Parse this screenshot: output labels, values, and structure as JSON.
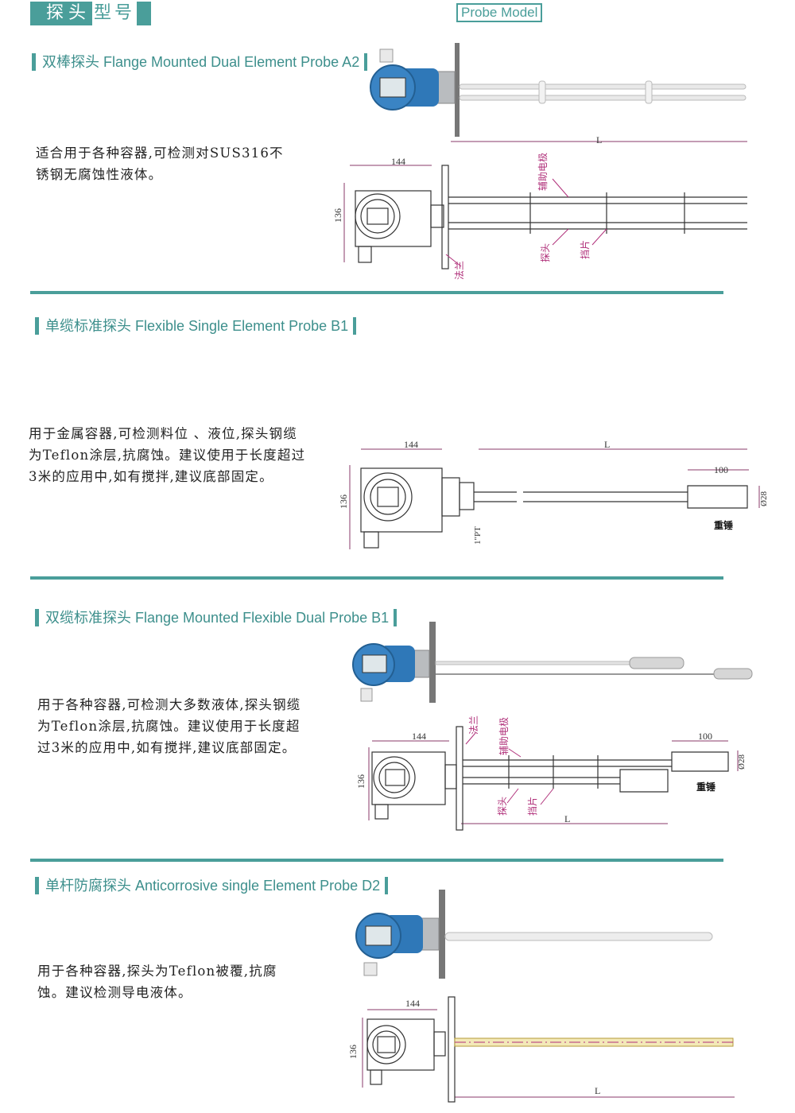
{
  "header": {
    "tab_part1": "探头",
    "tab_part2": "型号",
    "model_label": "Probe Model"
  },
  "sections": [
    {
      "title": "双棒探头  Flange Mounted Dual Element Probe A2",
      "desc": [
        "适合用于各种容器,可检测对SUS316不",
        "锈钢无腐蚀性液体。"
      ],
      "dims": {
        "width": "144",
        "height": "136",
        "length": "L"
      },
      "labels": {
        "aux_electrode": "辅助电极",
        "probe": "探头",
        "baffle": "挡片",
        "flange": "法兰"
      }
    },
    {
      "title": "单缆标准探头  Flexible Single Element Probe B1",
      "desc": [
        "用于金属容器,可检测料位 、液位,探头钢缆",
        "为Teflon涂层,抗腐蚀。建议使用于长度超过",
        "3米的应用中,如有搅拌,建议底部固定。"
      ],
      "dims": {
        "width": "144",
        "height": "136",
        "length": "L",
        "weight_len": "100",
        "weight_dia": "Ø28",
        "thread": "1\"PT"
      },
      "labels": {
        "weight": "重锤"
      }
    },
    {
      "title": "双缆标准探头  Flange Mounted Flexible Dual Probe B1",
      "desc": [
        "用于各种容器,可检测大多数液体,探头钢缆",
        "为Teflon涂层,抗腐蚀。建议使用于长度超",
        "过3米的应用中,如有搅拌,建议底部固定。"
      ],
      "dims": {
        "width": "144",
        "height": "136",
        "length": "L",
        "weight_len": "100",
        "weight_dia": "Ø28"
      },
      "labels": {
        "flange": "法兰",
        "aux_electrode": "辅助电极",
        "probe": "探头",
        "baffle": "挡片",
        "weight": "重锤"
      }
    },
    {
      "title": "单杆防腐探头   Anticorrosive single Element Probe D2",
      "desc": [
        "用于各种容器,探头为Teflon被覆,抗腐",
        "蚀。建议检测导电液体。"
      ],
      "dims": {
        "width": "144",
        "height": "136",
        "length": "L"
      }
    }
  ],
  "colors": {
    "accent": "#4a9e9a",
    "label_magenta": "#b0307a",
    "dim_line": "#8a3a6a",
    "housing_blue": "#2f78b8"
  }
}
